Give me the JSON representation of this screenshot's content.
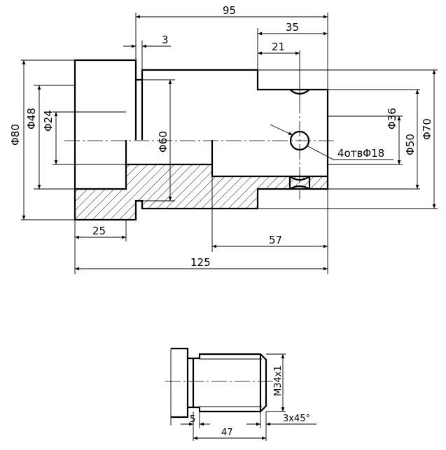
{
  "main_view": {
    "dim_95": "95",
    "dim_35": "35",
    "dim_3": "3",
    "dim_21": "21",
    "dim_d80": "Φ80",
    "dim_d48": "Φ48",
    "dim_d24": "Φ24",
    "dim_d60": "Φ60",
    "dim_d36": "Φ36",
    "dim_d50": "Φ50",
    "dim_d70": "Φ70",
    "hole_note": "4отвΦ18",
    "dim_25": "25",
    "dim_57": "57",
    "dim_125": "125"
  },
  "detail_view": {
    "thread": "M34x1",
    "dim_5": "5",
    "dim_47": "47",
    "chamfer": "3x45°"
  }
}
